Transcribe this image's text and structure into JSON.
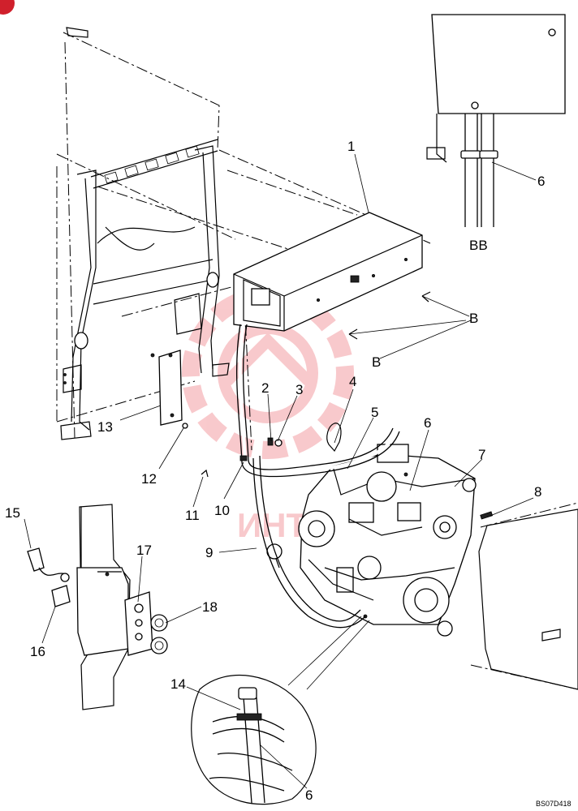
{
  "drawing_reference": "BS07D418",
  "watermark_text": "ИНТЕК",
  "view_labels": {
    "detail_bb": "BB",
    "section_b_upper": "B",
    "section_b_lower": "B"
  },
  "callouts": [
    "1",
    "2",
    "3",
    "4",
    "5",
    "6",
    "7",
    "8",
    "9",
    "10",
    "11",
    "12",
    "13",
    "14",
    "15",
    "16",
    "17",
    "18",
    "6",
    "6"
  ],
  "colors": {
    "line": "#000000",
    "background": "#ffffff",
    "watermark": "#e8404a",
    "corner_mark": "#d0202c"
  }
}
